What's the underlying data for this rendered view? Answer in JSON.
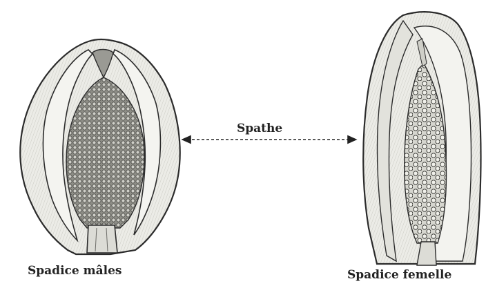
{
  "labels": {
    "spathe": "Spathe",
    "male_caption": "Spadice mâles",
    "female_caption": "Spadice femelle"
  },
  "colors": {
    "ink": "#2b2b2b",
    "spathe_fill": "#e9e9e4",
    "dot_fill": "#bdbdb6",
    "background": "#ffffff"
  },
  "icons": {
    "arrow": "double-headed-dashed-arrow"
  }
}
